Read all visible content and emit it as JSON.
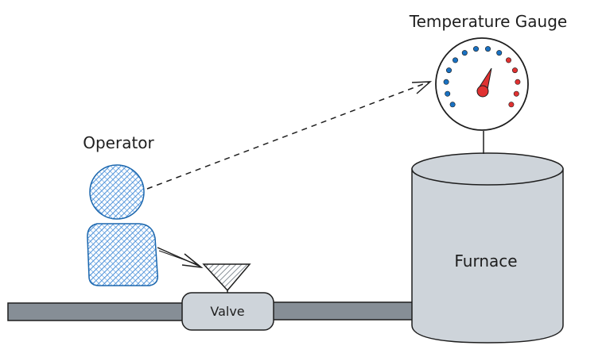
{
  "labels": {
    "gauge": "Temperature Gauge",
    "operator": "Operator",
    "furnace": "Furnace",
    "valve": "Valve"
  },
  "colors": {
    "stroke": "#1e1e1e",
    "operator_fill": "#4a90d9",
    "furnace_fill": "#ced4da",
    "pipe_fill": "#868e96",
    "valve_fill": "#ced4da",
    "gauge_cold": "#1971c2",
    "gauge_hot": "#e03131"
  }
}
